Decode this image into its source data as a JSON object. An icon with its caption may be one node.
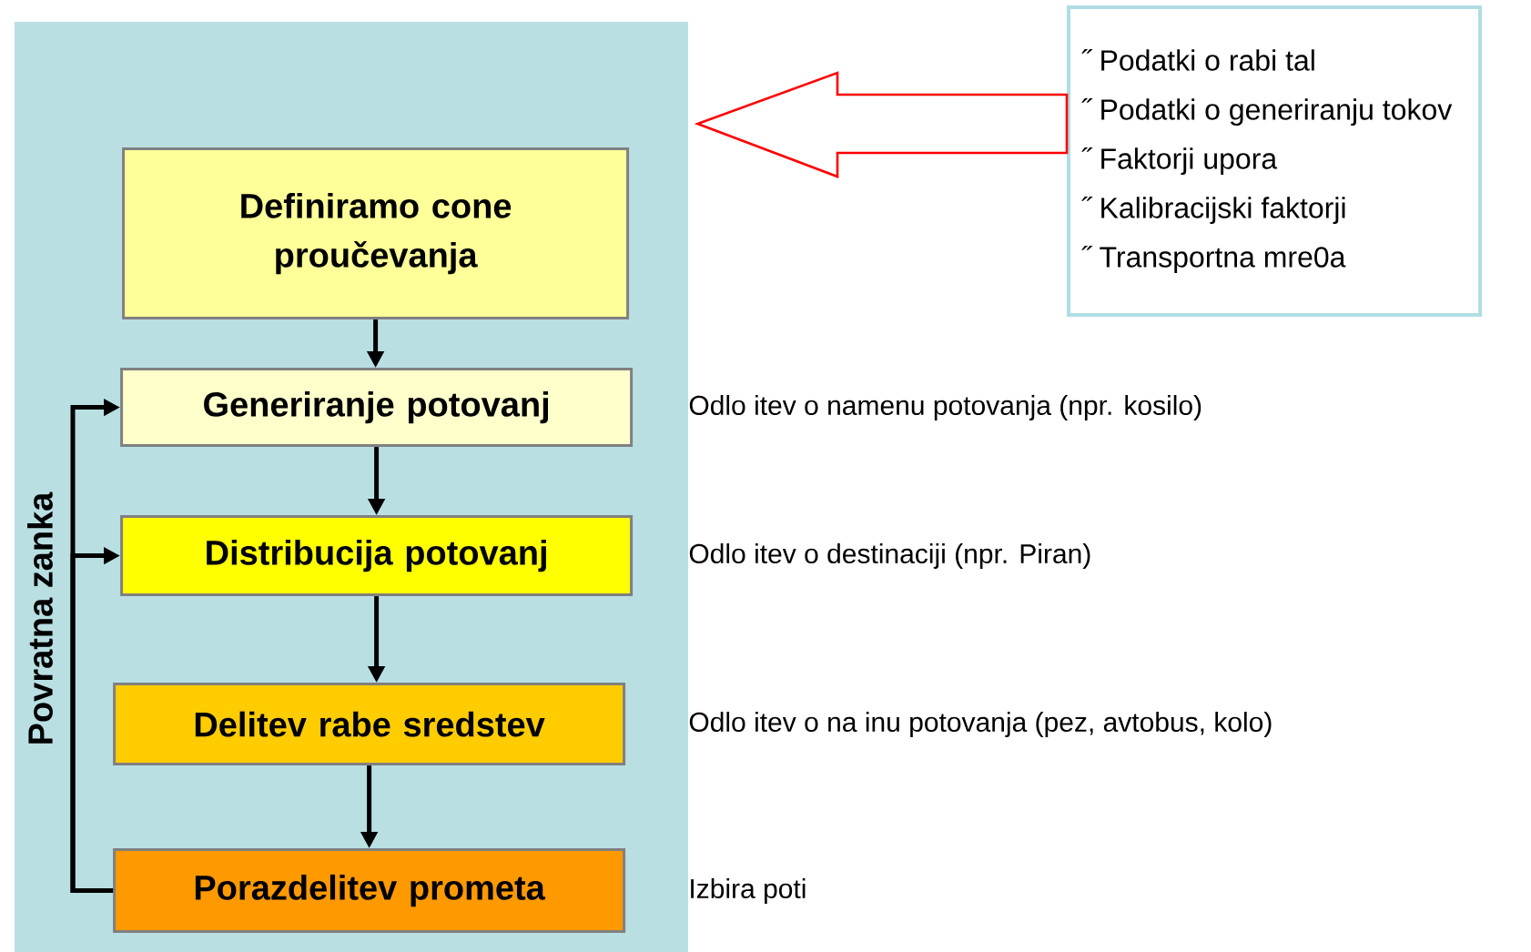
{
  "diagram": {
    "nodes": [
      {
        "text": [],
        "shape": "box"
      },
      {
        "text": [
          "Definiramo cone proučevanja"
        ],
        "in": 0
      },
      {
        "text": [
          "Generiranje potovanj"
        ],
        "in": 0,
        "beside": [
          "Odlo  itev o namenu potovanja (npr. kosilo)"
        ]
      },
      {
        "text": [
          "Distribucija potovanj"
        ],
        "in": 0,
        "beside": [
          "Odlo  itev o destinaciji (npr. Piran)"
        ]
      },
      {
        "text": [
          "Delitev rabe sredstev"
        ],
        "in": 0,
        "beside": [
          "Odlo  itev o na  inu potovanja (pez, avtobus, kolo)"
        ]
      },
      {
        "text": [
          "Porazdelitev prometa"
        ],
        "in": 0,
        "beside": [
          "Izbira poti"
        ]
      },
      {
        "text": [
          "˝ Podatki o rabi tal",
          "˝ Podatki o generiranju tokov",
          "˝ Faktorji upora",
          "˝ Kalibracijski faktorji",
          "˝ Transportna mre0a"
        ]
      }
    ],
    "edges": [
      {
        "from": 1,
        "to": 2,
        "arrow": "to"
      },
      {
        "from": 2,
        "to": 3,
        "arrow": "to"
      },
      {
        "from": 3,
        "to": 4,
        "arrow": "to"
      },
      {
        "from": 4,
        "to": 5,
        "arrow": "to"
      },
      {
        "from": 5,
        "to": 2,
        "arrow": "to",
        "label": "Povratna zanka"
      },
      {
        "from": 5,
        "to": 3,
        "arrow": "to"
      },
      {
        "from": 6,
        "to": 0,
        "arrow": "to",
        "style": "thick",
        "color": "#ff0000"
      }
    ]
  }
}
